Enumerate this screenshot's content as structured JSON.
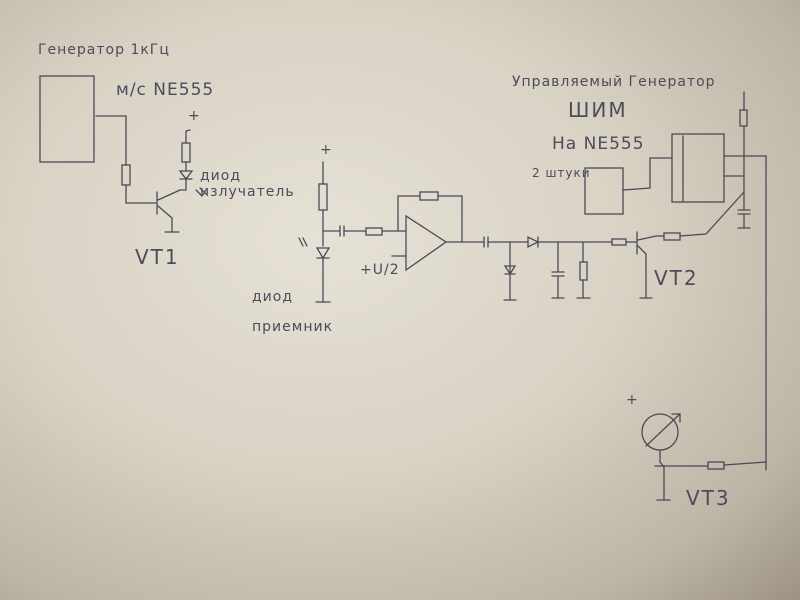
{
  "labels": {
    "gen1_title": "Генератор 1кГц",
    "gen1_chip": "м/с NE555",
    "plus_1": "+",
    "led_emitter": "диод излучатель",
    "vt1": "VT1",
    "plus_2": "+",
    "photodiode": "диод приемник",
    "half_supply": "+U/2",
    "pwm_title": "Управляемый Генератор",
    "pwm": "ШИМ",
    "pwm_chip": "На NE555",
    "pwm_count": "2 штуки",
    "vt2": "VT2",
    "plus_3": "+",
    "vt3": "VT3"
  },
  "colors": {
    "ink": "#4a4a55",
    "paper": "#dcd6ca"
  }
}
